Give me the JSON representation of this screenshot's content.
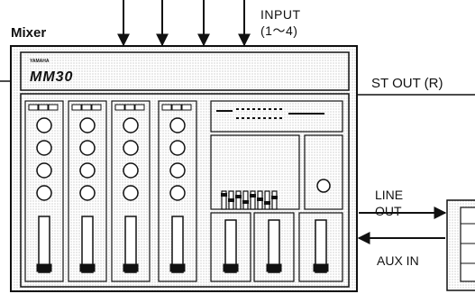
{
  "labels": {
    "mixer": "Mixer",
    "input_line1": "INPUT",
    "input_line2": "(1～4)",
    "st_out": "ST OUT (R)",
    "line_out_line1": "LINE",
    "line_out_line2": "OUT",
    "aux_in": "AUX IN"
  },
  "device": {
    "brand": "YAMAHA",
    "model": "MM30"
  },
  "colors": {
    "ink": "#111111",
    "stipple": "#c8c8c8",
    "background": "#ffffff"
  }
}
